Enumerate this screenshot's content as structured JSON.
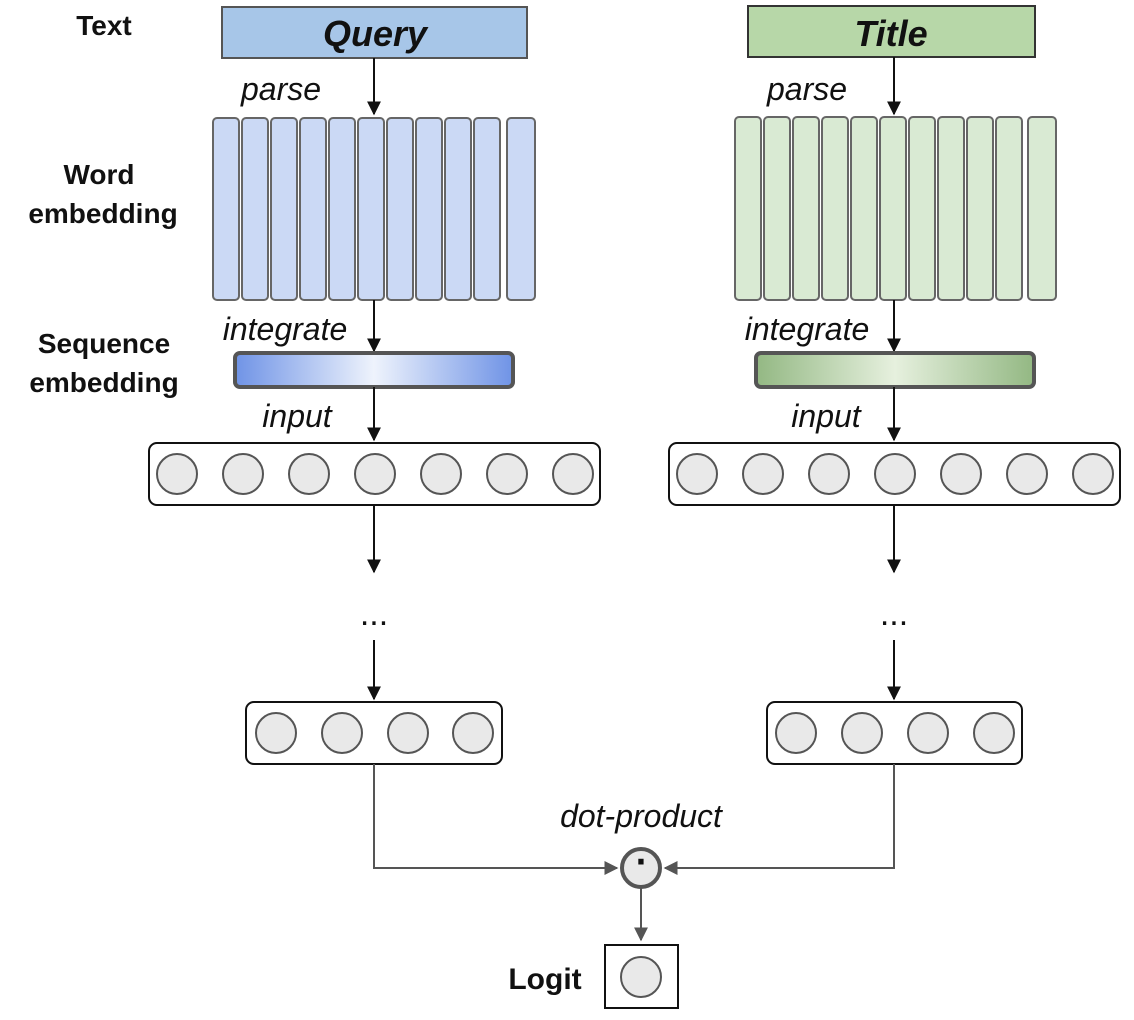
{
  "row_labels": {
    "text": "Text",
    "word_embedding": [
      "Word",
      "embedding"
    ],
    "sequence_embedding": [
      "Sequence",
      "embedding"
    ]
  },
  "towers": [
    {
      "title": "Query",
      "colors": {
        "box": "#a7c6e8",
        "column": "#cbd9f5",
        "seq_edge": "#6f93e6",
        "seq_mid": "#eef3fc"
      },
      "labels": {
        "parse": "parse",
        "integrate": "integrate",
        "input": "input",
        "ellipsis": "..."
      }
    },
    {
      "title": "Title",
      "colors": {
        "box": "#b7d7a8",
        "column": "#d9ead3",
        "seq_edge": "#93b883",
        "seq_mid": "#e6f0de"
      },
      "labels": {
        "parse": "parse",
        "integrate": "integrate",
        "input": "input",
        "ellipsis": "..."
      }
    }
  ],
  "merge": {
    "label": "dot-product",
    "symbol": "·"
  },
  "output": {
    "label": "Logit"
  }
}
